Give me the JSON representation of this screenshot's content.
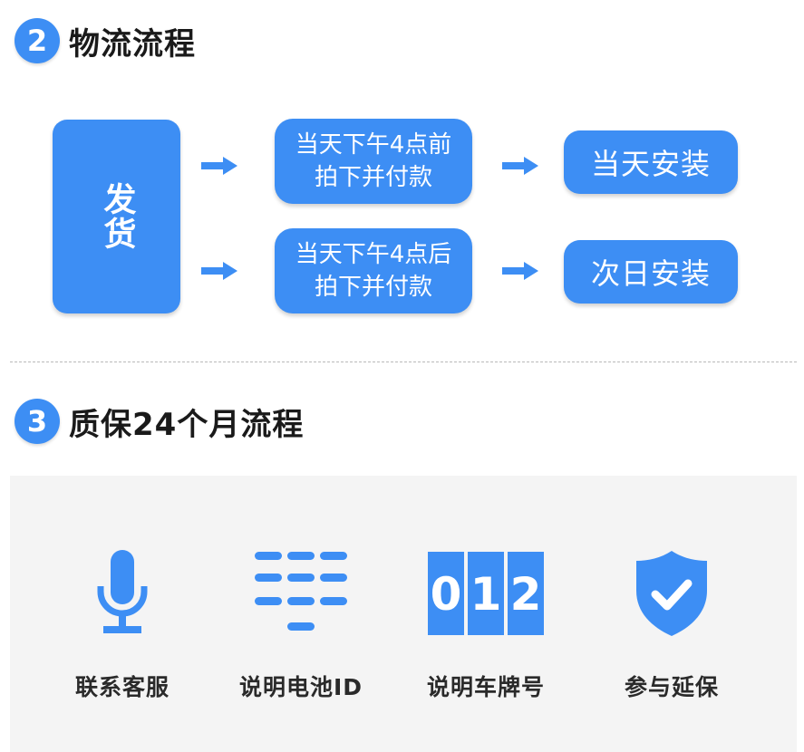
{
  "logistics": {
    "badge": "2",
    "title": "物流流程",
    "ship_label": "发货",
    "routes": [
      {
        "condition": "当天下午4点前\n拍下并付款",
        "result": "当天安装"
      },
      {
        "condition": "当天下午4点后\n拍下并付款",
        "result": "次日安装"
      }
    ]
  },
  "warranty": {
    "badge": "3",
    "title": "质保24个月流程",
    "steps": [
      {
        "label": "联系客服",
        "icon": "microphone-icon"
      },
      {
        "label": "说明电池ID",
        "icon": "battery-id-list-icon"
      },
      {
        "label": "说明车牌号",
        "icon": "plate-number-icon",
        "digits": [
          "0",
          "1",
          "2"
        ]
      },
      {
        "label": "参与延保",
        "icon": "shield-check-icon"
      }
    ]
  },
  "colors": {
    "accent": "#3d8ef4",
    "panel": "#f4f4f4",
    "text": "#222222"
  }
}
